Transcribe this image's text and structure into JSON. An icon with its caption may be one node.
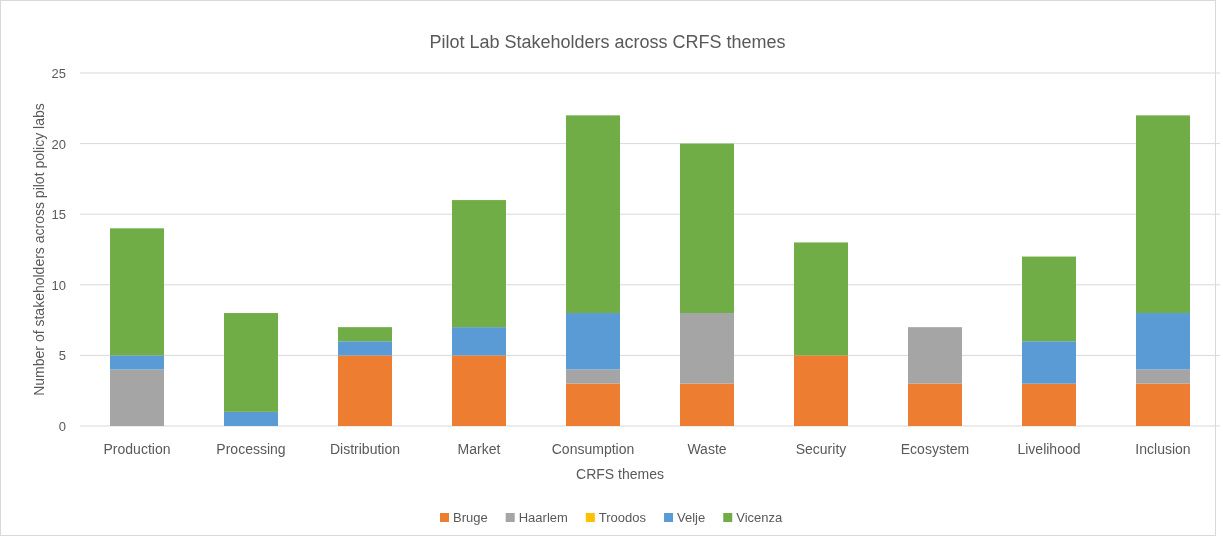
{
  "diagram": {
    "chart_data": {
      "type": "bar",
      "title": "Pilot Lab Stakeholders across CRFS themes",
      "xlabel": "CRFS themes",
      "ylabel": "Number of stakeholders across pilot policy labs",
      "categories": [
        "Production",
        "Processing",
        "Distribution",
        "Market",
        "Consumption",
        "Waste",
        "Security",
        "Ecosystem",
        "Livelihood",
        "Inclusion"
      ],
      "series": [
        {
          "name": "Bruge",
          "color": "#ed7d31",
          "values": [
            0,
            0,
            5,
            5,
            3,
            3,
            5,
            3,
            3,
            3
          ]
        },
        {
          "name": "Haarlem",
          "color": "#a5a5a5",
          "values": [
            4,
            0,
            0,
            0,
            1,
            5,
            0,
            4,
            0,
            1
          ]
        },
        {
          "name": "Troodos",
          "color": "#ffc000",
          "values": [
            0,
            0,
            0,
            0,
            0,
            0,
            0,
            0,
            0,
            0
          ]
        },
        {
          "name": "Velje",
          "color": "#5b9bd5",
          "values": [
            1,
            1,
            1,
            2,
            4,
            0,
            0,
            0,
            3,
            4
          ]
        },
        {
          "name": "Vicenza",
          "color": "#70ad47",
          "values": [
            9,
            7,
            1,
            9,
            14,
            12,
            8,
            0,
            6,
            14
          ]
        }
      ],
      "ylim": [
        0,
        25
      ],
      "yticks": [
        0,
        5,
        10,
        15,
        20,
        25
      ],
      "stacked": true,
      "orientation": "vertical",
      "grid": true,
      "legend": "bottom"
    }
  }
}
